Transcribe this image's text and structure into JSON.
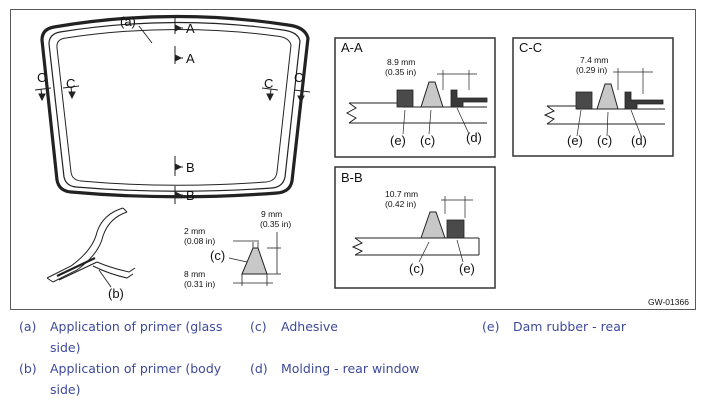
{
  "figure": {
    "id_code": "GW-01366",
    "windshield": {
      "label_a": "(a)",
      "label_b": "(b)",
      "label_c_left_outer": "C",
      "label_c_left_inner": "C",
      "label_c_right_inner": "C",
      "label_c_right_outer": "C",
      "label_a_top": "A",
      "label_a_bottom": "A",
      "label_b_top": "B",
      "label_b_bottom": "B"
    },
    "detail": {
      "label_c": "(c)",
      "width_mm": "9 mm",
      "width_in": "(0.35 in)",
      "top_mm": "2 mm",
      "top_in": "(0.08 in)",
      "height_mm": "8 mm",
      "height_in": "(0.31 in)"
    },
    "section_aa": {
      "title": "A-A",
      "dim_mm": "8.9 mm",
      "dim_in": "(0.35 in)",
      "labels": [
        "(e)",
        "(c)",
        "(d)"
      ]
    },
    "section_cc": {
      "title": "C-C",
      "dim_mm": "7.4 mm",
      "dim_in": "(0.29 in)",
      "labels": [
        "(e)",
        "(c)",
        "(d)"
      ]
    },
    "section_bb": {
      "title": "B-B",
      "dim_mm": "10.7 mm",
      "dim_in": "(0.42 in)",
      "labels": [
        "(c)",
        "(e)"
      ]
    }
  },
  "legend": [
    {
      "key": "(a)",
      "line1": "Application of primer (glass",
      "line2": "side)"
    },
    {
      "key": "(b)",
      "line1": "Application of primer (body",
      "line2": "side)"
    },
    {
      "key": "(c)",
      "line1": "Adhesive"
    },
    {
      "key": "(d)",
      "line1": "Molding - rear window"
    },
    {
      "key": "(e)",
      "line1": "Dam rubber - rear"
    }
  ],
  "colors": {
    "legend_text": "#3d4a9a",
    "adhesive_fill": "#c8c8c8",
    "frame": "#333333"
  }
}
